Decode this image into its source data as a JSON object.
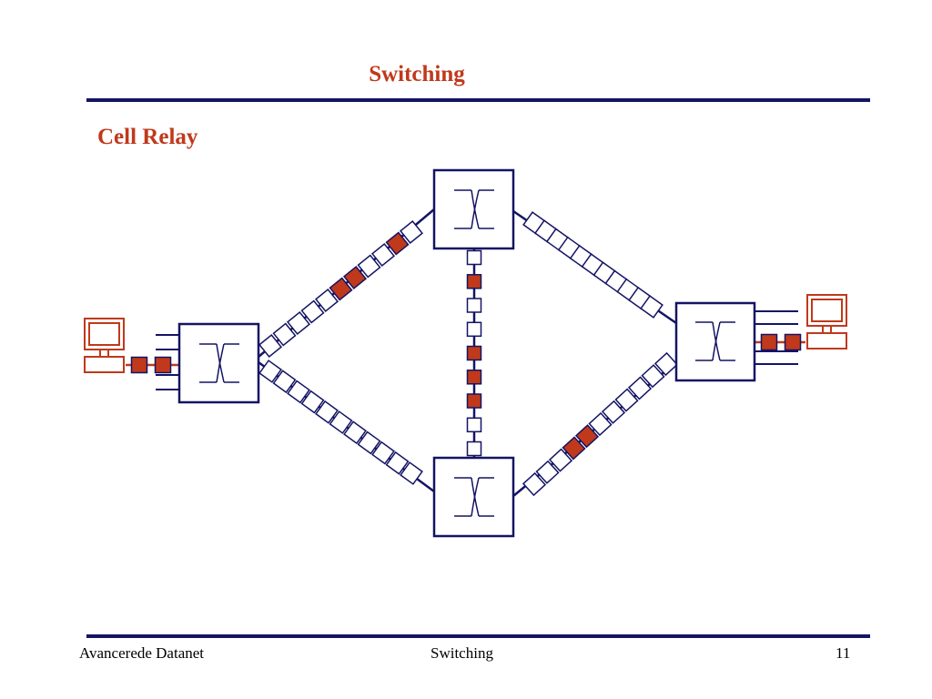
{
  "slide": {
    "title": "Switching",
    "subtitle": "Cell Relay"
  },
  "footer": {
    "left": "Avancerede Datanet",
    "center": "Switching",
    "right": "11"
  },
  "colors": {
    "accent": "#c0391b",
    "line": "#141464",
    "cell_filled": "#c0391b",
    "cell_empty": "#ffffff"
  },
  "diagram": {
    "nodes": [
      {
        "id": "switch-left",
        "kind": "switch",
        "icon": "crossbar-switch-icon"
      },
      {
        "id": "switch-top",
        "kind": "switch",
        "icon": "crossbar-switch-icon"
      },
      {
        "id": "switch-bottom",
        "kind": "switch",
        "icon": "crossbar-switch-icon"
      },
      {
        "id": "switch-right",
        "kind": "switch",
        "icon": "crossbar-switch-icon"
      },
      {
        "id": "computer-left",
        "kind": "terminal",
        "icon": "computer-icon"
      },
      {
        "id": "computer-right",
        "kind": "terminal",
        "icon": "computer-icon"
      }
    ],
    "links": [
      {
        "id": "left-to-top",
        "from": "switch-left",
        "to": "switch-top",
        "cells": [
          0,
          0,
          0,
          0,
          0,
          1,
          1,
          0,
          0,
          1,
          0
        ]
      },
      {
        "id": "left-to-bottom",
        "from": "switch-left",
        "to": "switch-bottom",
        "cells": [
          0,
          0,
          0,
          0,
          0,
          0,
          0,
          0,
          0,
          0,
          0
        ]
      },
      {
        "id": "top-to-bottom",
        "from": "switch-top",
        "to": "switch-bottom",
        "cells": [
          0,
          1,
          0,
          0,
          1,
          1,
          1,
          0,
          0
        ]
      },
      {
        "id": "top-to-right",
        "from": "switch-top",
        "to": "switch-right",
        "cells": [
          0,
          0,
          0,
          0,
          0,
          0,
          0,
          0,
          0,
          0,
          0
        ]
      },
      {
        "id": "bottom-to-right",
        "from": "switch-bottom",
        "to": "switch-right",
        "cells": [
          0,
          0,
          0,
          1,
          1,
          0,
          0,
          0,
          0,
          0,
          0
        ]
      },
      {
        "id": "computer-left-link",
        "from": "computer-left",
        "to": "switch-left",
        "cells": [
          1,
          1
        ]
      },
      {
        "id": "computer-right-link",
        "from": "switch-right",
        "to": "computer-right",
        "cells": [
          1,
          1
        ]
      }
    ]
  }
}
